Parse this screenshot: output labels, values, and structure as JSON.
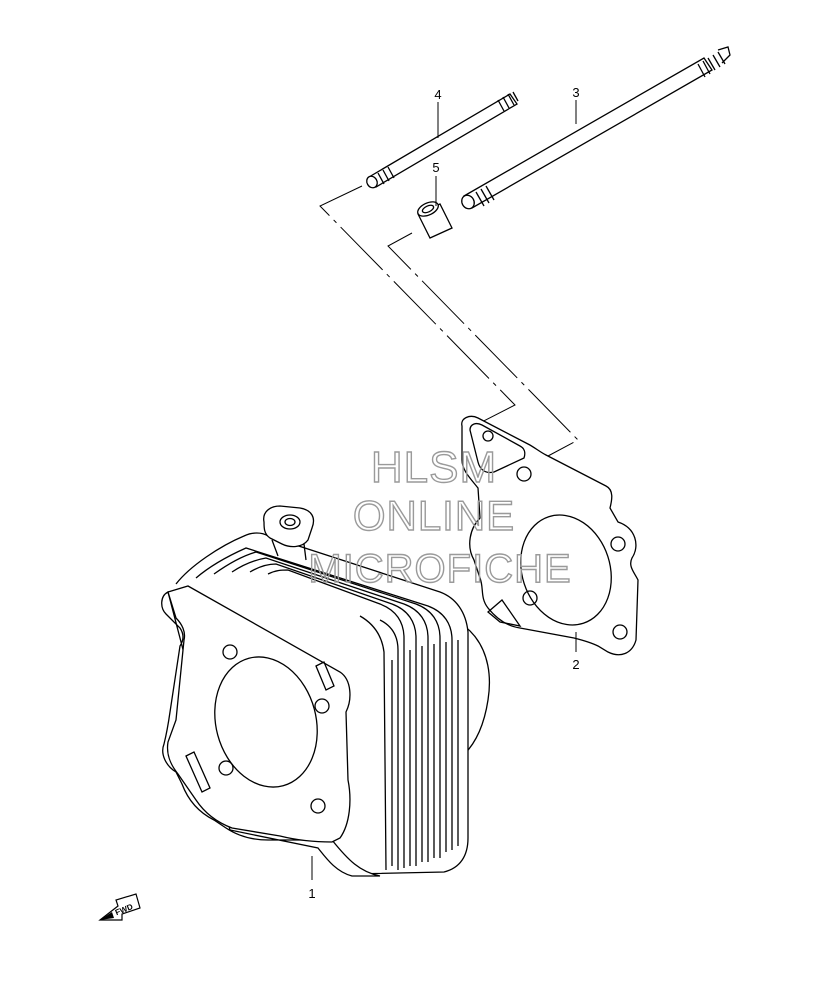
{
  "watermark": {
    "line1": "HLSM",
    "line2": "ONLINE",
    "line3": "MICROFICHE"
  },
  "callouts": [
    {
      "id": "1",
      "label": "1",
      "part": "cylinder"
    },
    {
      "id": "2",
      "label": "2",
      "part": "gasket"
    },
    {
      "id": "3",
      "label": "3",
      "part": "long-stud-bolt"
    },
    {
      "id": "4",
      "label": "4",
      "part": "short-stud-bolt"
    },
    {
      "id": "5",
      "label": "5",
      "part": "dowel-pin"
    }
  ],
  "direction_arrow": {
    "label": "FWD"
  }
}
